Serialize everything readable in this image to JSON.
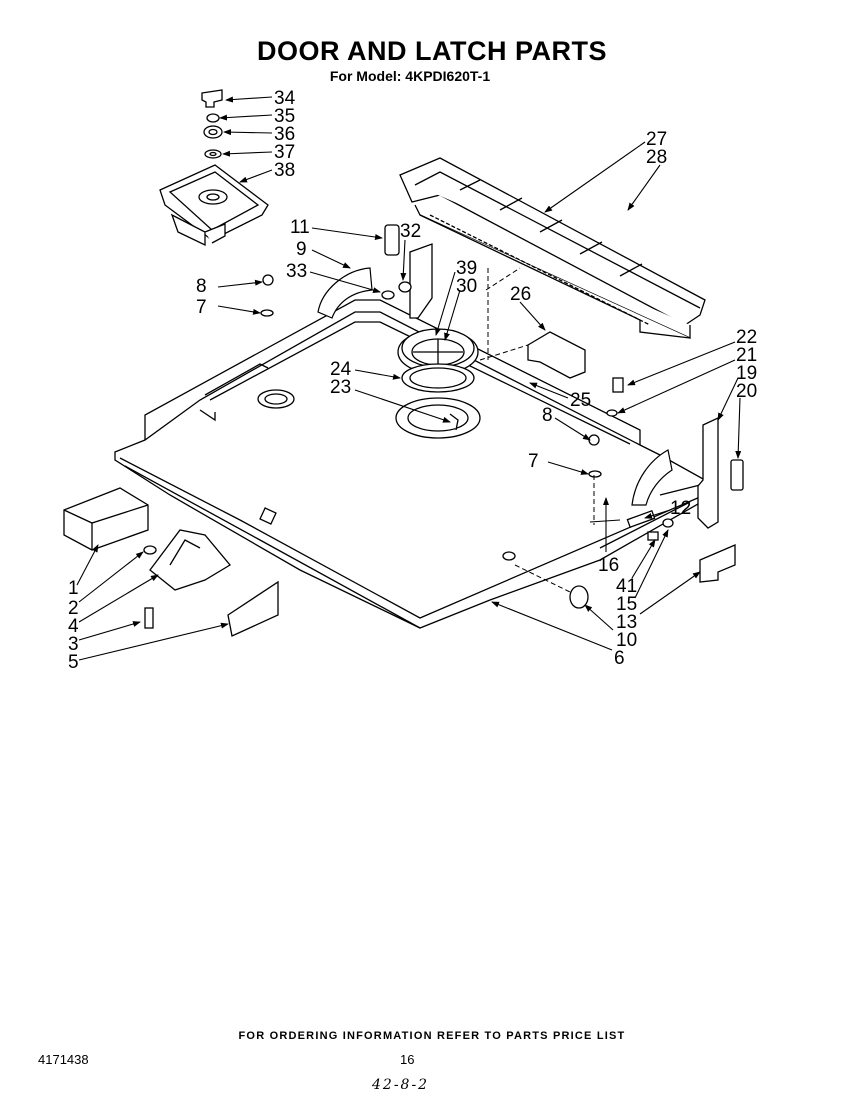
{
  "title": "DOOR AND LATCH PARTS",
  "subtitle": "For Model: 4KPDI620T-1",
  "callouts": [
    "34",
    "35",
    "36",
    "37",
    "38",
    "27",
    "28",
    "11",
    "9",
    "32",
    "33",
    "39",
    "30",
    "26",
    "8",
    "7",
    "22",
    "21",
    "19",
    "20",
    "24",
    "23",
    "25",
    "8",
    "7",
    "12",
    "16",
    "41",
    "15",
    "13",
    "10",
    "6",
    "1",
    "2",
    "4",
    "3",
    "5"
  ],
  "footer": {
    "ordering_note": "FOR ORDERING INFORMATION REFER TO PARTS PRICE LIST",
    "doc_number": "4171438",
    "page_number": "16",
    "handwritten_note": "42-8-2"
  }
}
